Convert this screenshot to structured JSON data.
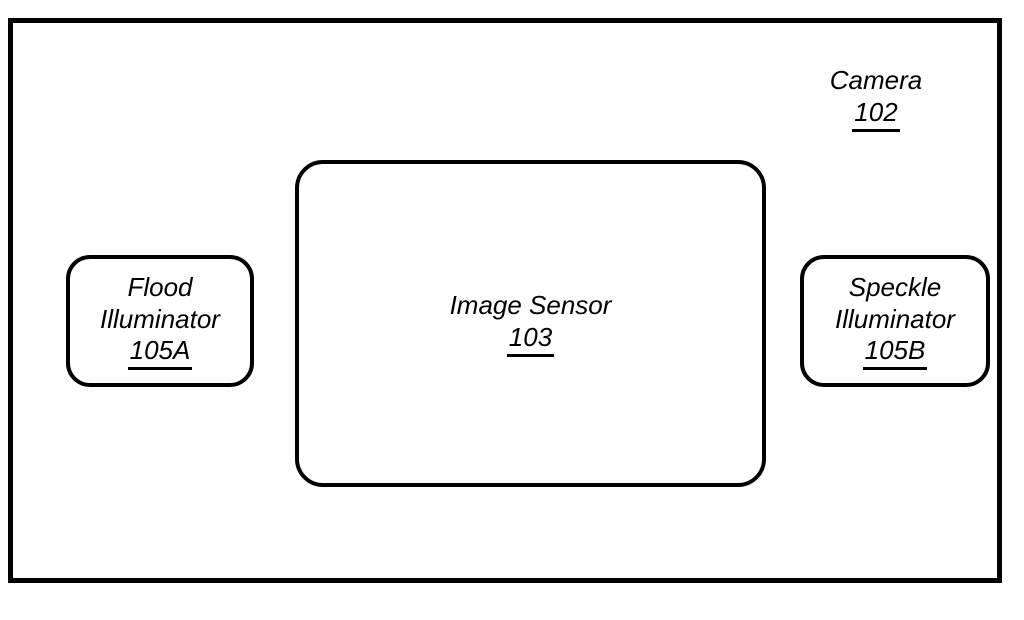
{
  "figure": {
    "colors": {
      "ink": "#000000",
      "background": "#ffffff"
    },
    "camera": {
      "name": "Camera",
      "ref": "102"
    },
    "nodes": [
      {
        "name": "Flood Illuminator",
        "ref": "105A"
      },
      {
        "name": "Image Sensor",
        "ref": "103"
      },
      {
        "name": "Speckle Illuminator",
        "ref": "105B"
      }
    ]
  }
}
